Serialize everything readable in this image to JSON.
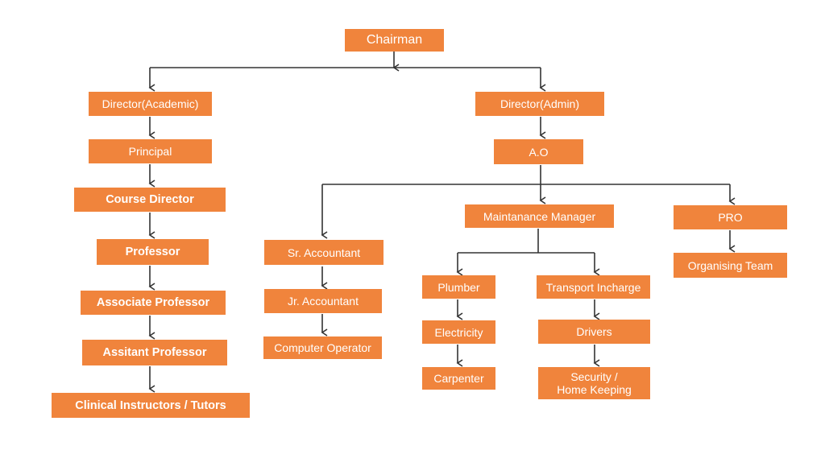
{
  "accent_color": "#f0843c",
  "line_color": "#333333",
  "nodes": {
    "chairman": "Chairman",
    "director_academic": "Director(Academic)",
    "principal": "Principal",
    "course_director": "Course Director",
    "professor": "Professor",
    "associate_professor": "Associate Professor",
    "assistant_professor": "Assitant Professor",
    "clinical_instructors": "Clinical Instructors / Tutors",
    "director_admin": "Director(Admin)",
    "ao": "A.O",
    "sr_accountant": "Sr. Accountant",
    "jr_accountant": "Jr. Accountant",
    "computer_operator": "Computer Operator",
    "maintenance_manager": "Maintanance Manager",
    "plumber": "Plumber",
    "electricity": "Electricity",
    "carpenter": "Carpenter",
    "transport_incharge": "Transport Incharge",
    "drivers": "Drivers",
    "security": "Security /\nHome Keeping",
    "pro": "PRO",
    "organising_team": "Organising Team"
  }
}
